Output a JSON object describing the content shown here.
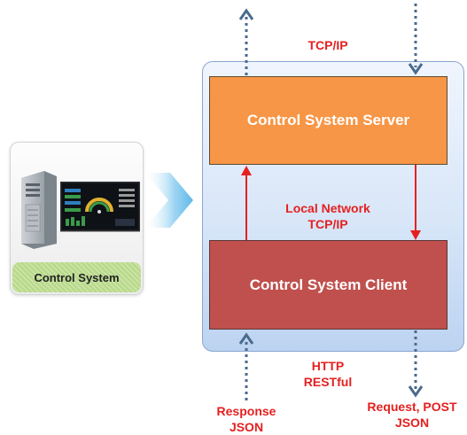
{
  "diagram": {
    "system_label": "Control System",
    "server_label": "Control System Server",
    "client_label": "Control System Client",
    "top_protocol": "TCP/IP",
    "local_network_line1": "Local Network",
    "local_network_line2": "TCP/IP",
    "bottom_protocol_line1": "HTTP",
    "bottom_protocol_line2": "RESTful",
    "response_line1": "Response",
    "response_line2": "JSON",
    "request_line1": "Request, POST",
    "request_line2": "JSON"
  },
  "colors": {
    "server_fill": "#f79646",
    "client_fill": "#c0504d",
    "frame_fill": "#d8e6f8",
    "arrow_red": "#e52020",
    "arrow_dotted": "#4a6a8e",
    "label_red": "#e52020",
    "label_green": "#c9e3a3"
  },
  "icons": [
    "server-tower-icon",
    "monitor-dashboard-icon",
    "chevron-arrow-icon"
  ]
}
